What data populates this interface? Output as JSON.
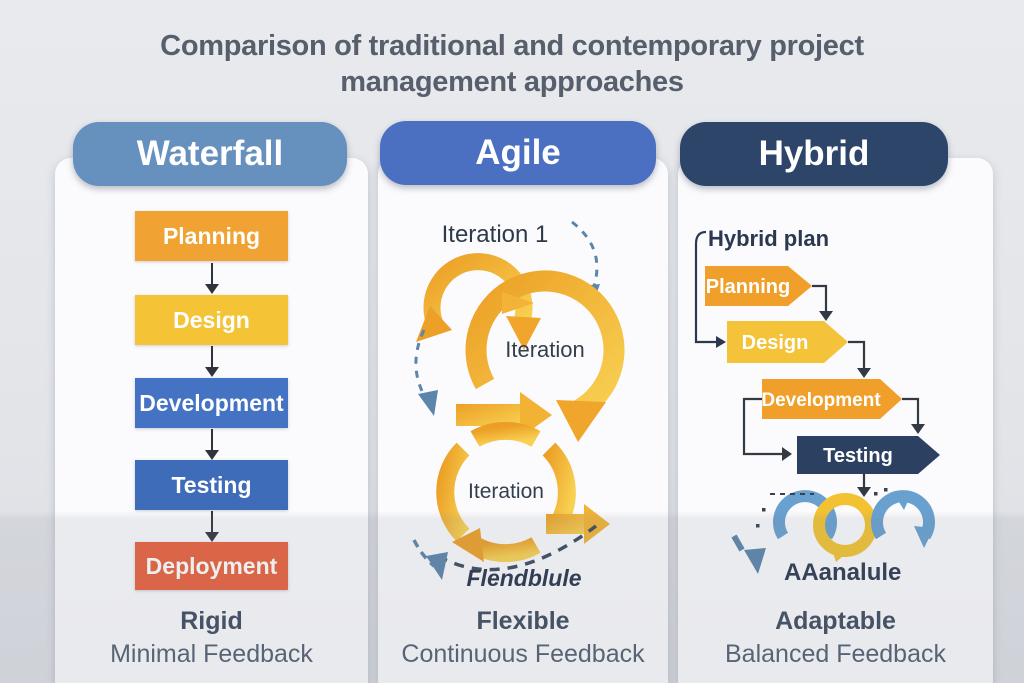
{
  "title": {
    "line1": "Comparison of traditional and contemporary project",
    "line2": "management approaches"
  },
  "colors": {
    "page_bg": "#e3e5e9",
    "card_bg": "#fbfbfd",
    "title_text": "#575f6d",
    "flow_arrow": "#2f343c",
    "dashed_blue": "#5b85ab",
    "gold_dark": "#ec9f26",
    "gold_light": "#f8d152",
    "cycle_blue": "#68a0d0",
    "cycle_yellow": "#f2c232",
    "summary_bold_text": "#3e4a5e",
    "summary_text": "#535f71"
  },
  "columns": [
    {
      "id": "waterfall",
      "header": "Waterfall",
      "header_color": "#6690bd",
      "stages": [
        {
          "label": "Planning",
          "color": "#f0a232"
        },
        {
          "label": "Design",
          "color": "#f4c436"
        },
        {
          "label": "Development",
          "color": "#4573c4"
        },
        {
          "label": "Testing",
          "color": "#3f6cb8"
        },
        {
          "label": "Deployment",
          "color": "#e8613d"
        }
      ],
      "summary_bold": "Rigid",
      "summary": "Minimal Feedback"
    },
    {
      "id": "agile",
      "header": "Agile",
      "header_color": "#4b70c2",
      "iteration1_label": "Iteration 1",
      "cycle_mid_label": "Iteration",
      "cycle_bottom_label": "Iteration",
      "note": "Flendblule",
      "summary_bold": "Flexible",
      "summary": "Continuous Feedback"
    },
    {
      "id": "hybrid",
      "header": "Hybrid",
      "header_color": "#2d4568",
      "plan_label": "Hybrid plan",
      "stages": [
        {
          "label": "Planning",
          "color": "#f09f2b"
        },
        {
          "label": "Design",
          "color": "#f4c33a"
        },
        {
          "label": "Development",
          "color": "#f0a02a"
        },
        {
          "label": "Testing",
          "color": "#2c4161"
        }
      ],
      "note": "AAanalule",
      "summary_bold": "Adaptable",
      "summary": "Balanced Feedback"
    }
  ]
}
